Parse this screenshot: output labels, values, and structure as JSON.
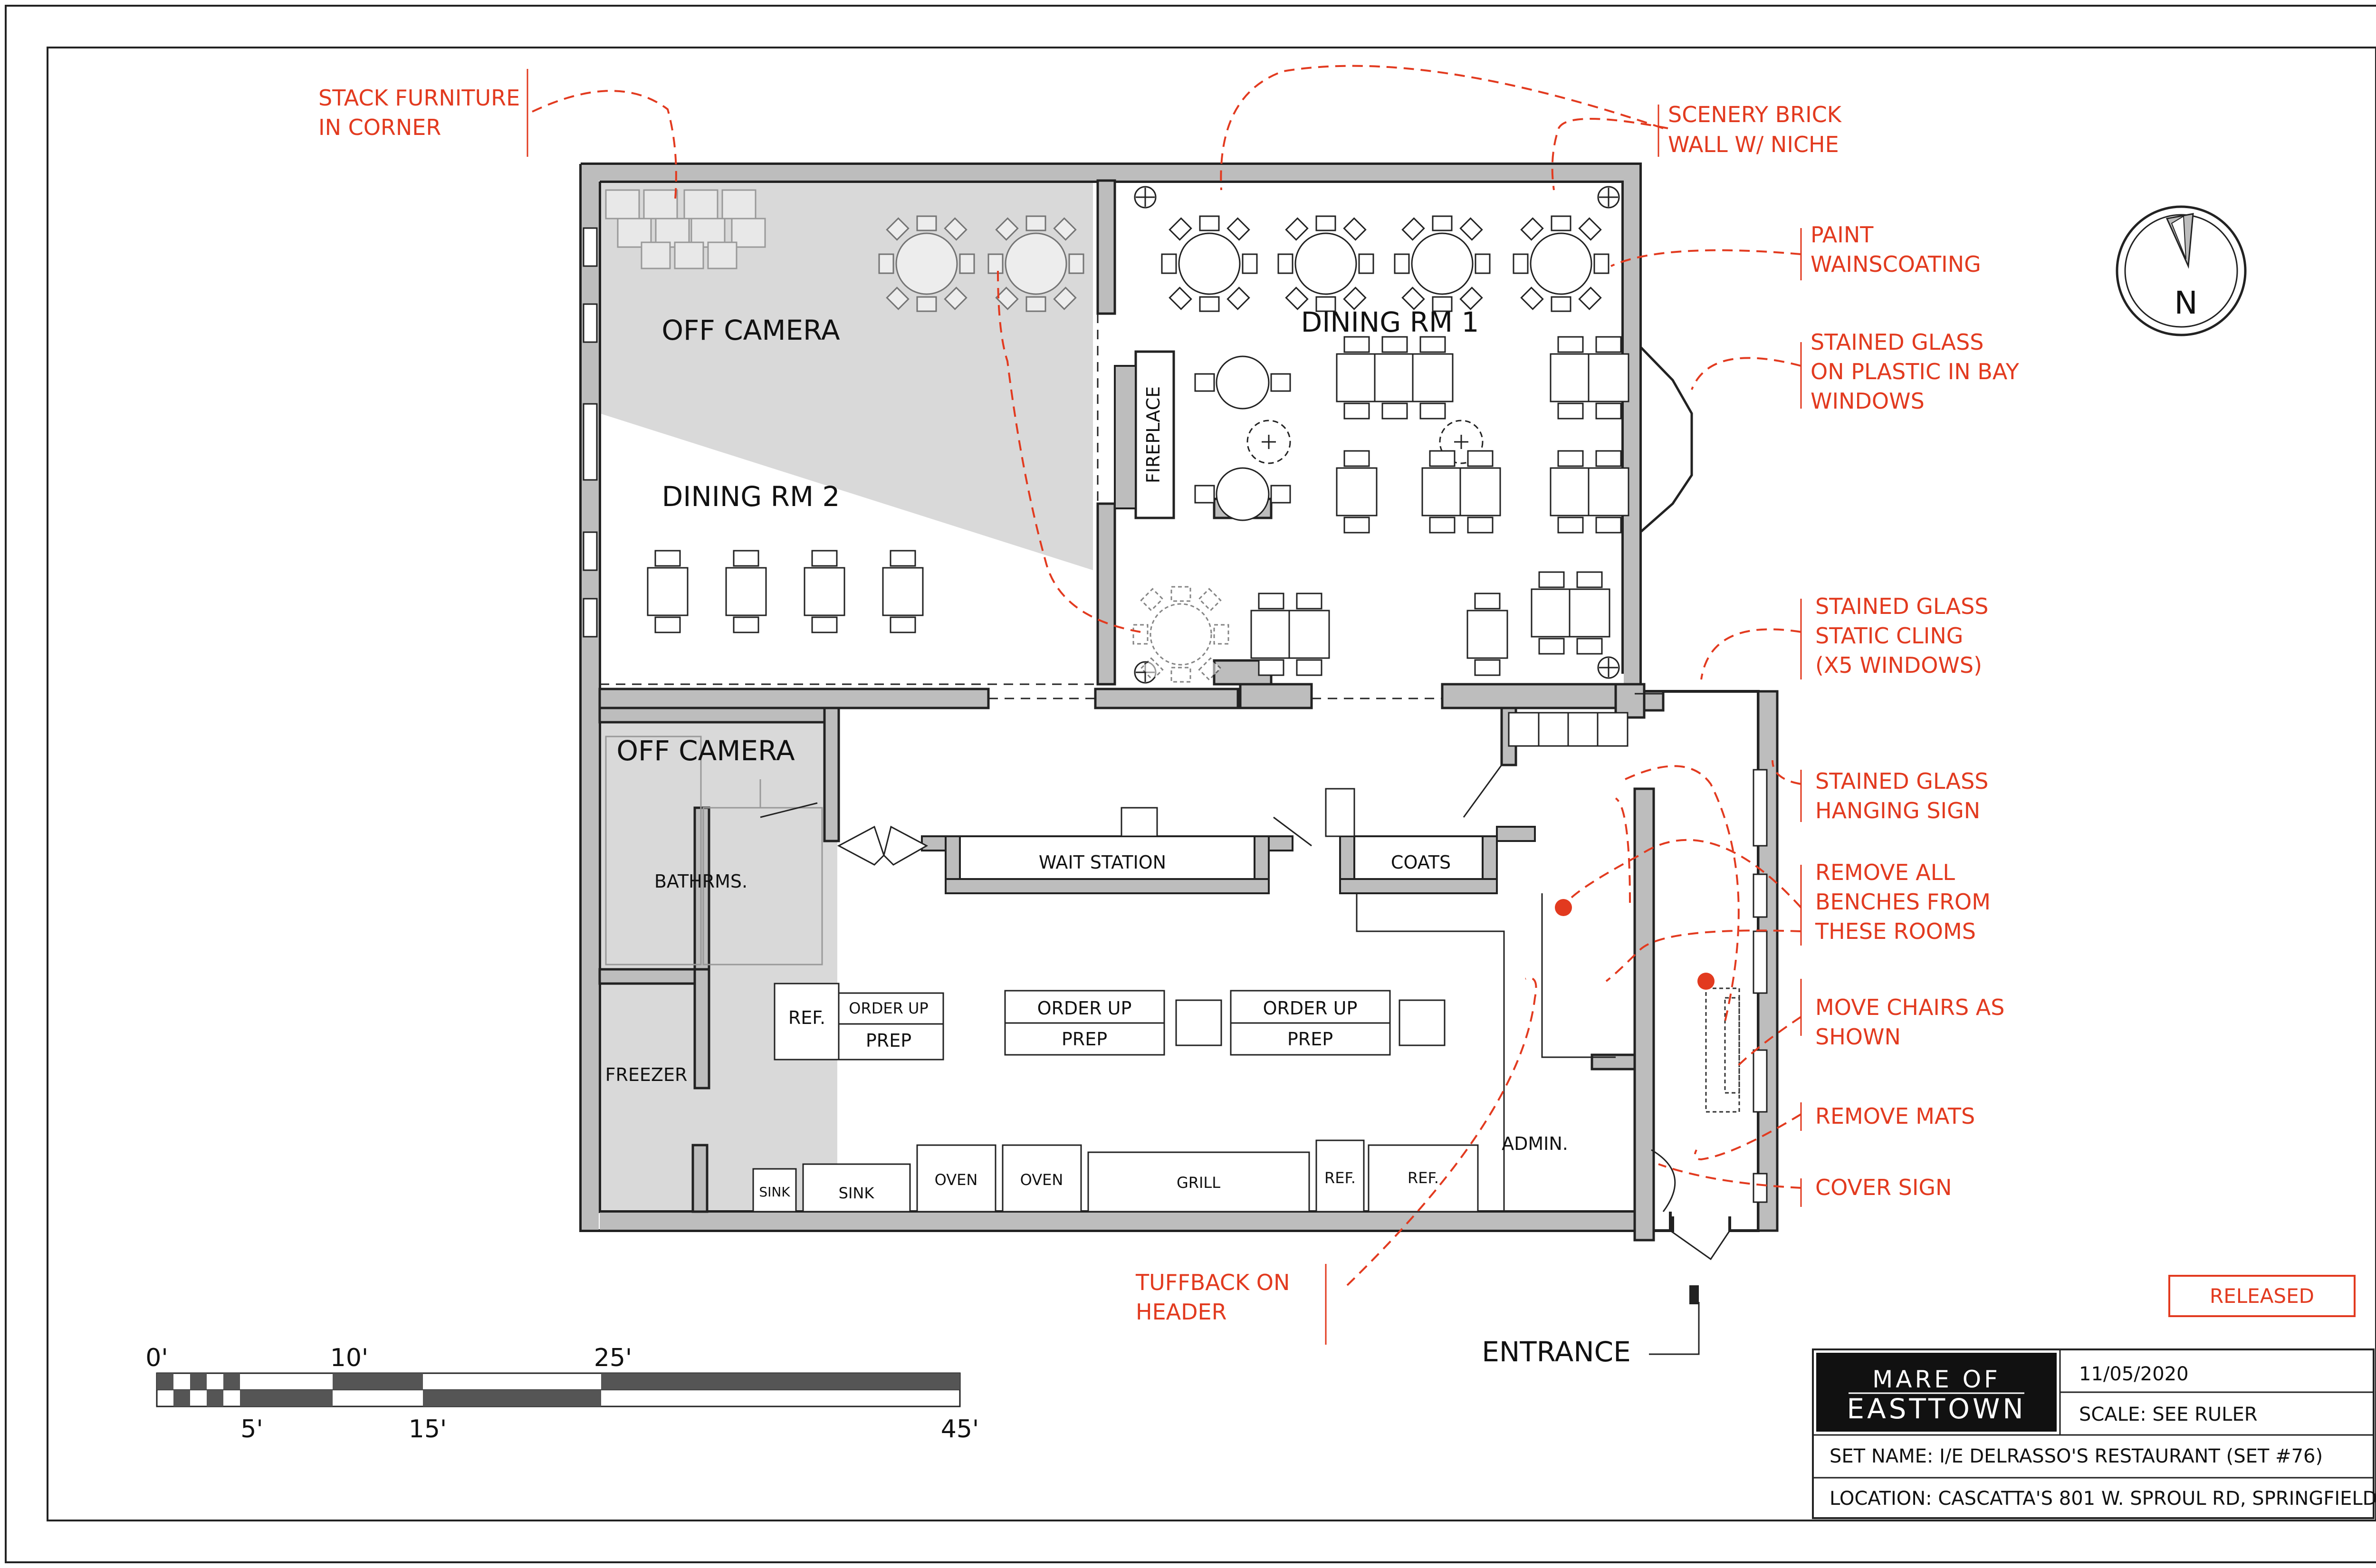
{
  "rooms": {
    "off_camera_top": "OFF CAMERA",
    "dining_rm_2": "DINING RM 2",
    "dining_rm_1": "DINING RM 1",
    "fireplace": "FIREPLACE",
    "off_camera_bottom": "OFF CAMERA",
    "bathrooms": "BATHRMS.",
    "freezer": "FREEZER",
    "wait_station": "WAIT STATION",
    "coats": "COATS",
    "admin": "ADMIN.",
    "entrance": "ENTRANCE"
  },
  "kitchen": {
    "ref_left": "REF.",
    "order_up_1": "ORDER UP",
    "prep_1": "PREP",
    "order_up_2": "ORDER UP",
    "prep_2": "PREP",
    "order_up_3": "ORDER UP",
    "prep_3": "PREP",
    "sink_small": "SINK",
    "sink": "SINK",
    "oven_1": "OVEN",
    "oven_2": "OVEN",
    "grill": "GRILL",
    "ref_1": "REF.",
    "ref_2": "REF."
  },
  "notes": {
    "stack_furniture_1": "STACK FURNITURE",
    "stack_furniture_2": "IN CORNER",
    "scenery_brick_1": "SCENERY BRICK",
    "scenery_brick_2": "WALL W/ NICHE",
    "paint_1": "PAINT",
    "paint_2": "WAINSCOATING",
    "stained_bay_1": "STAINED GLASS",
    "stained_bay_2": "ON PLASTIC IN BAY",
    "stained_bay_3": "WINDOWS",
    "stained_cling_1": "STAINED GLASS",
    "stained_cling_2": "STATIC CLING",
    "stained_cling_3": "(X5 WINDOWS)",
    "stained_sign_1": "STAINED GLASS",
    "stained_sign_2": "HANGING SIGN",
    "benches_1": "REMOVE ALL",
    "benches_2": "BENCHES FROM",
    "benches_3": "THESE ROOMS",
    "chairs_1": "MOVE CHAIRS AS",
    "chairs_2": "SHOWN",
    "mats": "REMOVE MATS",
    "cover_sign": "COVER SIGN",
    "tuffback_1": "TUFFBACK ON",
    "tuffback_2": "HEADER"
  },
  "compass": {
    "label": "N"
  },
  "scale": {
    "top_labels": [
      "0'",
      "10'",
      "25'"
    ],
    "bottom_labels": [
      "5'",
      "15'",
      "45'"
    ]
  },
  "title_block": {
    "status": "RELEASED",
    "logo_line_1": "MARE OF",
    "logo_line_2": "EASTTOWN",
    "date": "11/05/2020",
    "scale": "SCALE: SEE RULER",
    "set_name": "SET NAME: I/E DELRASSO'S RESTAURANT (SET #76)",
    "location": "LOCATION: CASCATTA'S 801 W. SPROUL RD, SPRINGFIELD"
  },
  "colors": {
    "notes_red": "#e23a1f",
    "wall_gray": "#bdbdbd",
    "shade_gray": "#d9d9d9",
    "ink": "#111111"
  }
}
